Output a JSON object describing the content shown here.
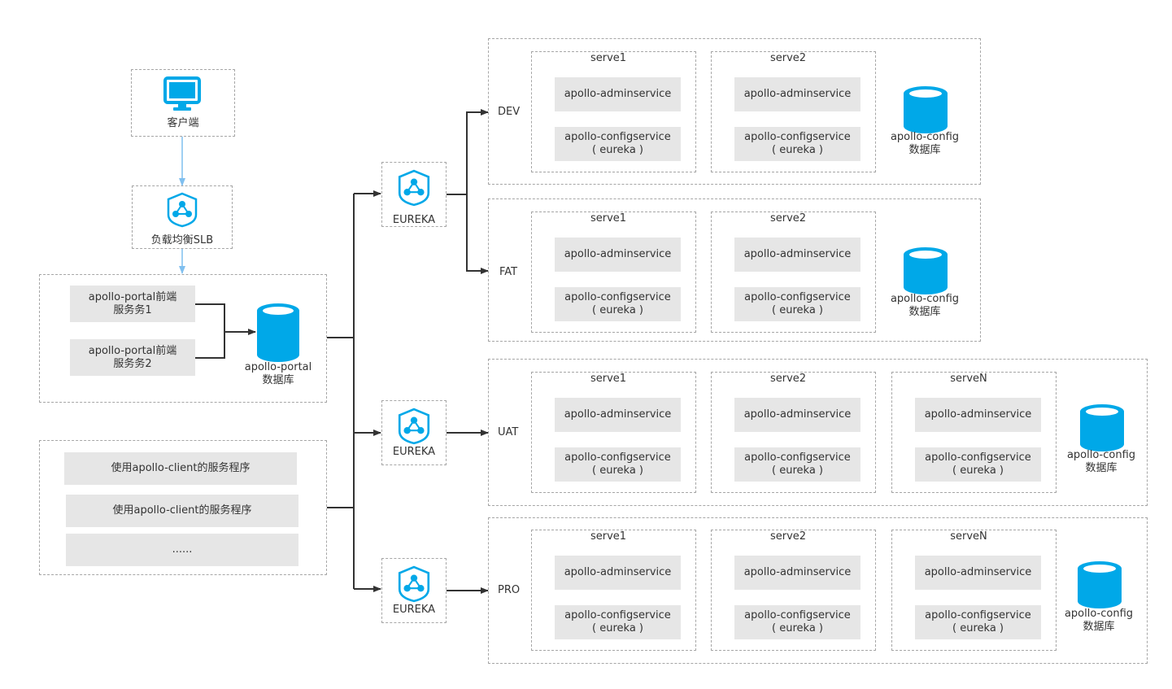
{
  "client": {
    "label": "客户端"
  },
  "slb": {
    "label": "负载均衡SLB"
  },
  "portal": {
    "service1": "apollo-portal前端服务务1",
    "service2": "apollo-portal前端服务务2",
    "db": "apollo-portal",
    "db_sub": "数据库"
  },
  "client_apps": {
    "items": [
      "使用apollo-client的服务程序",
      "使用apollo-client的服务程序",
      "......"
    ]
  },
  "eureka_label": "EUREKA",
  "envs": [
    {
      "name": "DEV",
      "servers": [
        {
          "name": "serve1",
          "admin": "apollo-adminservice",
          "config": "apollo-configservice",
          "config_sub": "( eureka )"
        },
        {
          "name": "serve2",
          "admin": "apollo-adminservice",
          "config": "apollo-configservice",
          "config_sub": "( eureka )"
        }
      ],
      "db": "apollo-config",
      "db_sub": "数据库"
    },
    {
      "name": "FAT",
      "servers": [
        {
          "name": "serve1",
          "admin": "apollo-adminservice",
          "config": "apollo-configservice",
          "config_sub": "( eureka )"
        },
        {
          "name": "serve2",
          "admin": "apollo-adminservice",
          "config": "apollo-configservice",
          "config_sub": "( eureka )"
        }
      ],
      "db": "apollo-config",
      "db_sub": "数据库"
    },
    {
      "name": "UAT",
      "servers": [
        {
          "name": "serve1",
          "admin": "apollo-adminservice",
          "config": "apollo-configservice",
          "config_sub": "( eureka )"
        },
        {
          "name": "serve2",
          "admin": "apollo-adminservice",
          "config": "apollo-configservice",
          "config_sub": "( eureka )"
        },
        {
          "name": "serveN",
          "admin": "apollo-adminservice",
          "config": "apollo-configservice",
          "config_sub": "( eureka )"
        }
      ],
      "db": "apollo-config",
      "db_sub": "数据库"
    },
    {
      "name": "PRO",
      "servers": [
        {
          "name": "serve1",
          "admin": "apollo-adminservice",
          "config": "apollo-configservice",
          "config_sub": "( eureka )"
        },
        {
          "name": "serve2",
          "admin": "apollo-adminservice",
          "config": "apollo-configservice",
          "config_sub": "( eureka )"
        },
        {
          "name": "serveN",
          "admin": "apollo-adminservice",
          "config": "apollo-configservice",
          "config_sub": "( eureka )"
        }
      ],
      "db": "apollo-config",
      "db_sub": "数据库"
    }
  ],
  "colors": {
    "accent": "#00a8e8",
    "arrow_light": "#7fbfef",
    "line": "#333333",
    "box": "#e6e6e6",
    "border": "#a6a6a6"
  }
}
